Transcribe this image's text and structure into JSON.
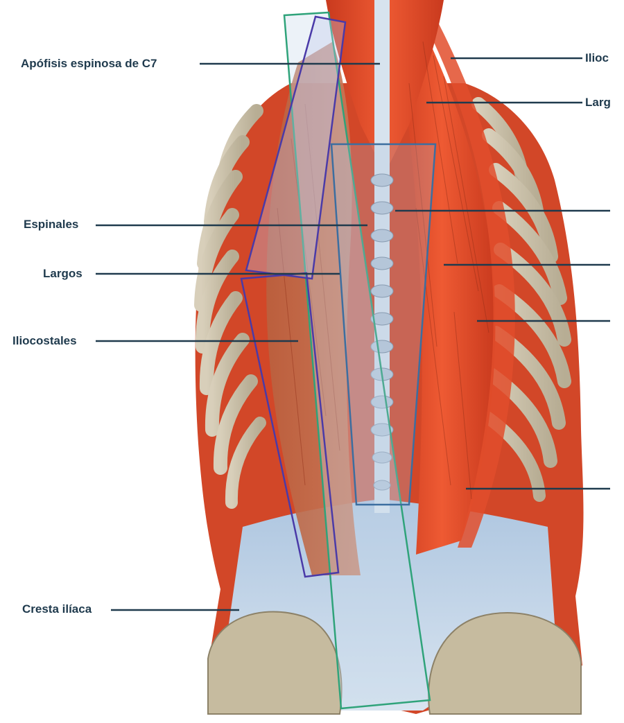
{
  "labels_left": {
    "c7": "Apófisis espinosa de C7",
    "espinales": "Espinales",
    "largos": "Largos",
    "iliocostales": "Iliocostales",
    "cresta": "Cresta ilíaca"
  },
  "labels_right": {
    "r1": "Ilioc",
    "r2": "Larg"
  },
  "colors": {
    "muscle": "#e5502c",
    "muscle_dark": "#b8341b",
    "fascia": "#c9d9ea",
    "bone": "#c9bfa6",
    "leader": "#1f3a4d",
    "box_purple": "#4a3aa8",
    "box_blue": "#3c6ea0",
    "box_green": "#2fa37a"
  }
}
